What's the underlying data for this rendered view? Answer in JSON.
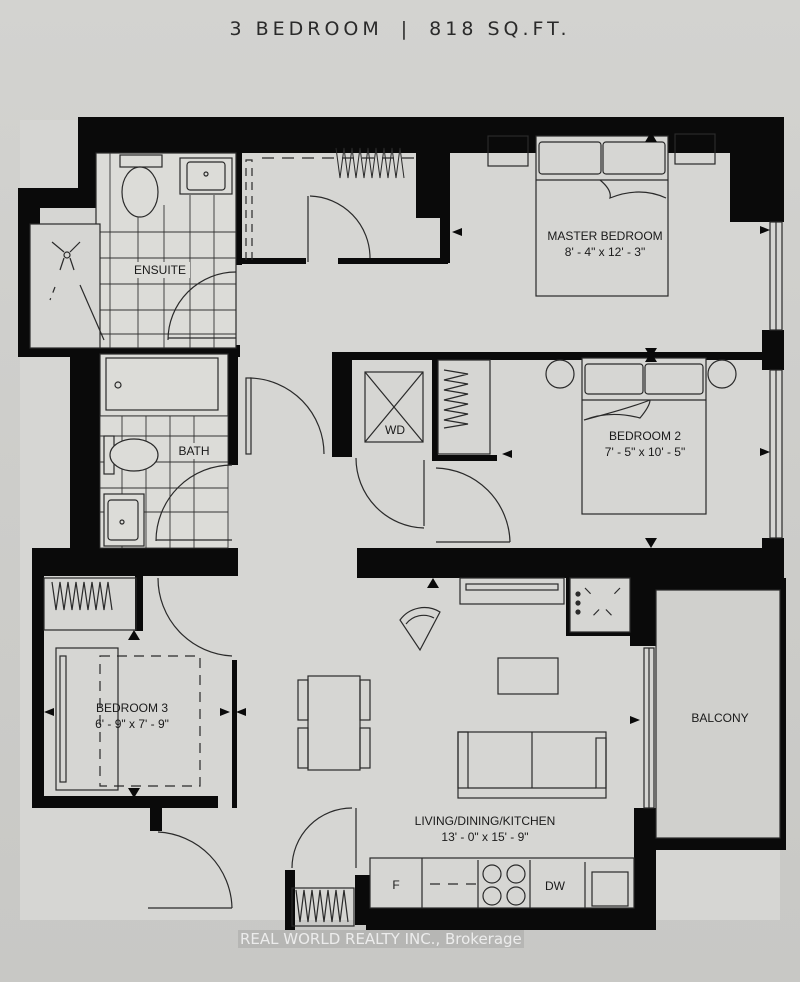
{
  "header": {
    "unit_type": "3 BEDROOM",
    "separator": "|",
    "area": "818 SQ.FT."
  },
  "rooms": {
    "master_bedroom": {
      "name": "MASTER BEDROOM",
      "dimensions": "8' - 4\"  x  12' - 3\""
    },
    "bedroom_2": {
      "name": "BEDROOM 2",
      "dimensions": "7' - 5\"  x  10' - 5\""
    },
    "bedroom_3": {
      "name": "BEDROOM 3",
      "dimensions": "6' - 9\"  x  7' - 9\""
    },
    "living": {
      "name": "LIVING/DINING/KITCHEN",
      "dimensions": "13' - 0\"  x  15' - 9\""
    },
    "ensuite": {
      "name": "ENSUITE"
    },
    "bath": {
      "name": "BATH"
    },
    "balcony": {
      "name": "BALCONY"
    }
  },
  "fixtures": {
    "washer_dryer": "WD",
    "fridge": "F",
    "dishwasher": "DW"
  },
  "watermark": "REAL WORLD REALTY INC., Brokerage",
  "colors": {
    "wall": "#0a0a0a",
    "paper": "#cfcfcc",
    "line": "#2a2a2a"
  }
}
